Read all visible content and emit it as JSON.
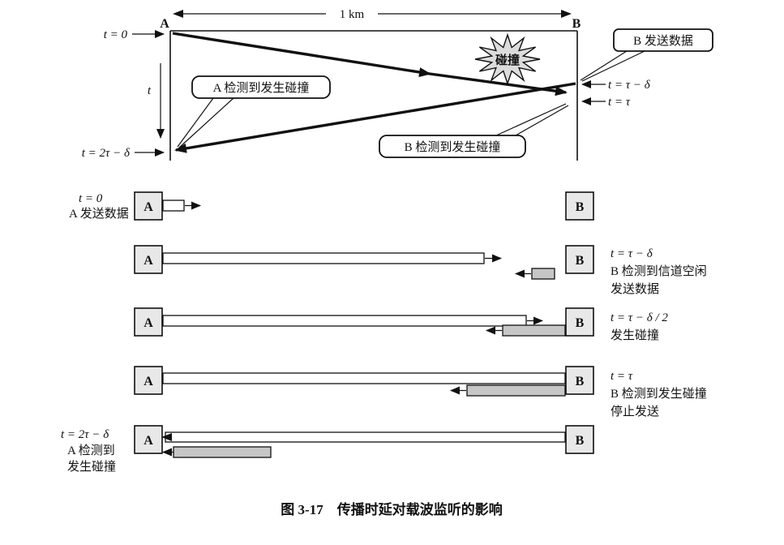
{
  "figure": {
    "caption": "图 3-17　传播时延对载波监听的影响"
  },
  "top_diagram": {
    "distance_label": "1 km",
    "node_a": "A",
    "node_b": "B",
    "label_t0": "t = 0",
    "label_t_axis": "t",
    "label_t_2tau_minus_delta": "t = 2τ − δ",
    "label_t_tau_minus_delta": "t = τ − δ",
    "label_t_tau": "t = τ",
    "callout_b_sends": "B 发送数据",
    "callout_a_detects_collision": "A 检测到发生碰撞",
    "callout_b_detects_collision": "B 检测到发生碰撞",
    "collision_burst_label": "碰撞"
  },
  "timeline_rows": [
    {
      "node_a": "A",
      "node_b": "B",
      "left_line1": "t = 0",
      "left_line2": "A 发送数据"
    },
    {
      "node_a": "A",
      "node_b": "B",
      "right_line1": "t = τ − δ",
      "right_line2": "B 检测到信道空闲",
      "right_line3": "发送数据"
    },
    {
      "node_a": "A",
      "node_b": "B",
      "right_line1": "t = τ − δ / 2",
      "right_line2": "发生碰撞"
    },
    {
      "node_a": "A",
      "node_b": "B",
      "right_line1": "t = τ",
      "right_line2": "B 检测到发生碰撞",
      "right_line3": "停止发送"
    },
    {
      "node_a": "A",
      "node_b": "B",
      "left_line1": "t = 2τ − δ",
      "left_line2": "A 检测到",
      "left_line3": "发生碰撞"
    }
  ],
  "colors": {
    "ink": "#111111",
    "node_box_fill": "#e8e8e8",
    "frame_bar_white": "#ffffff",
    "frame_bar_gray": "#c6c6c6",
    "burst_fill": "#dcdcdc",
    "background": "#ffffff"
  }
}
